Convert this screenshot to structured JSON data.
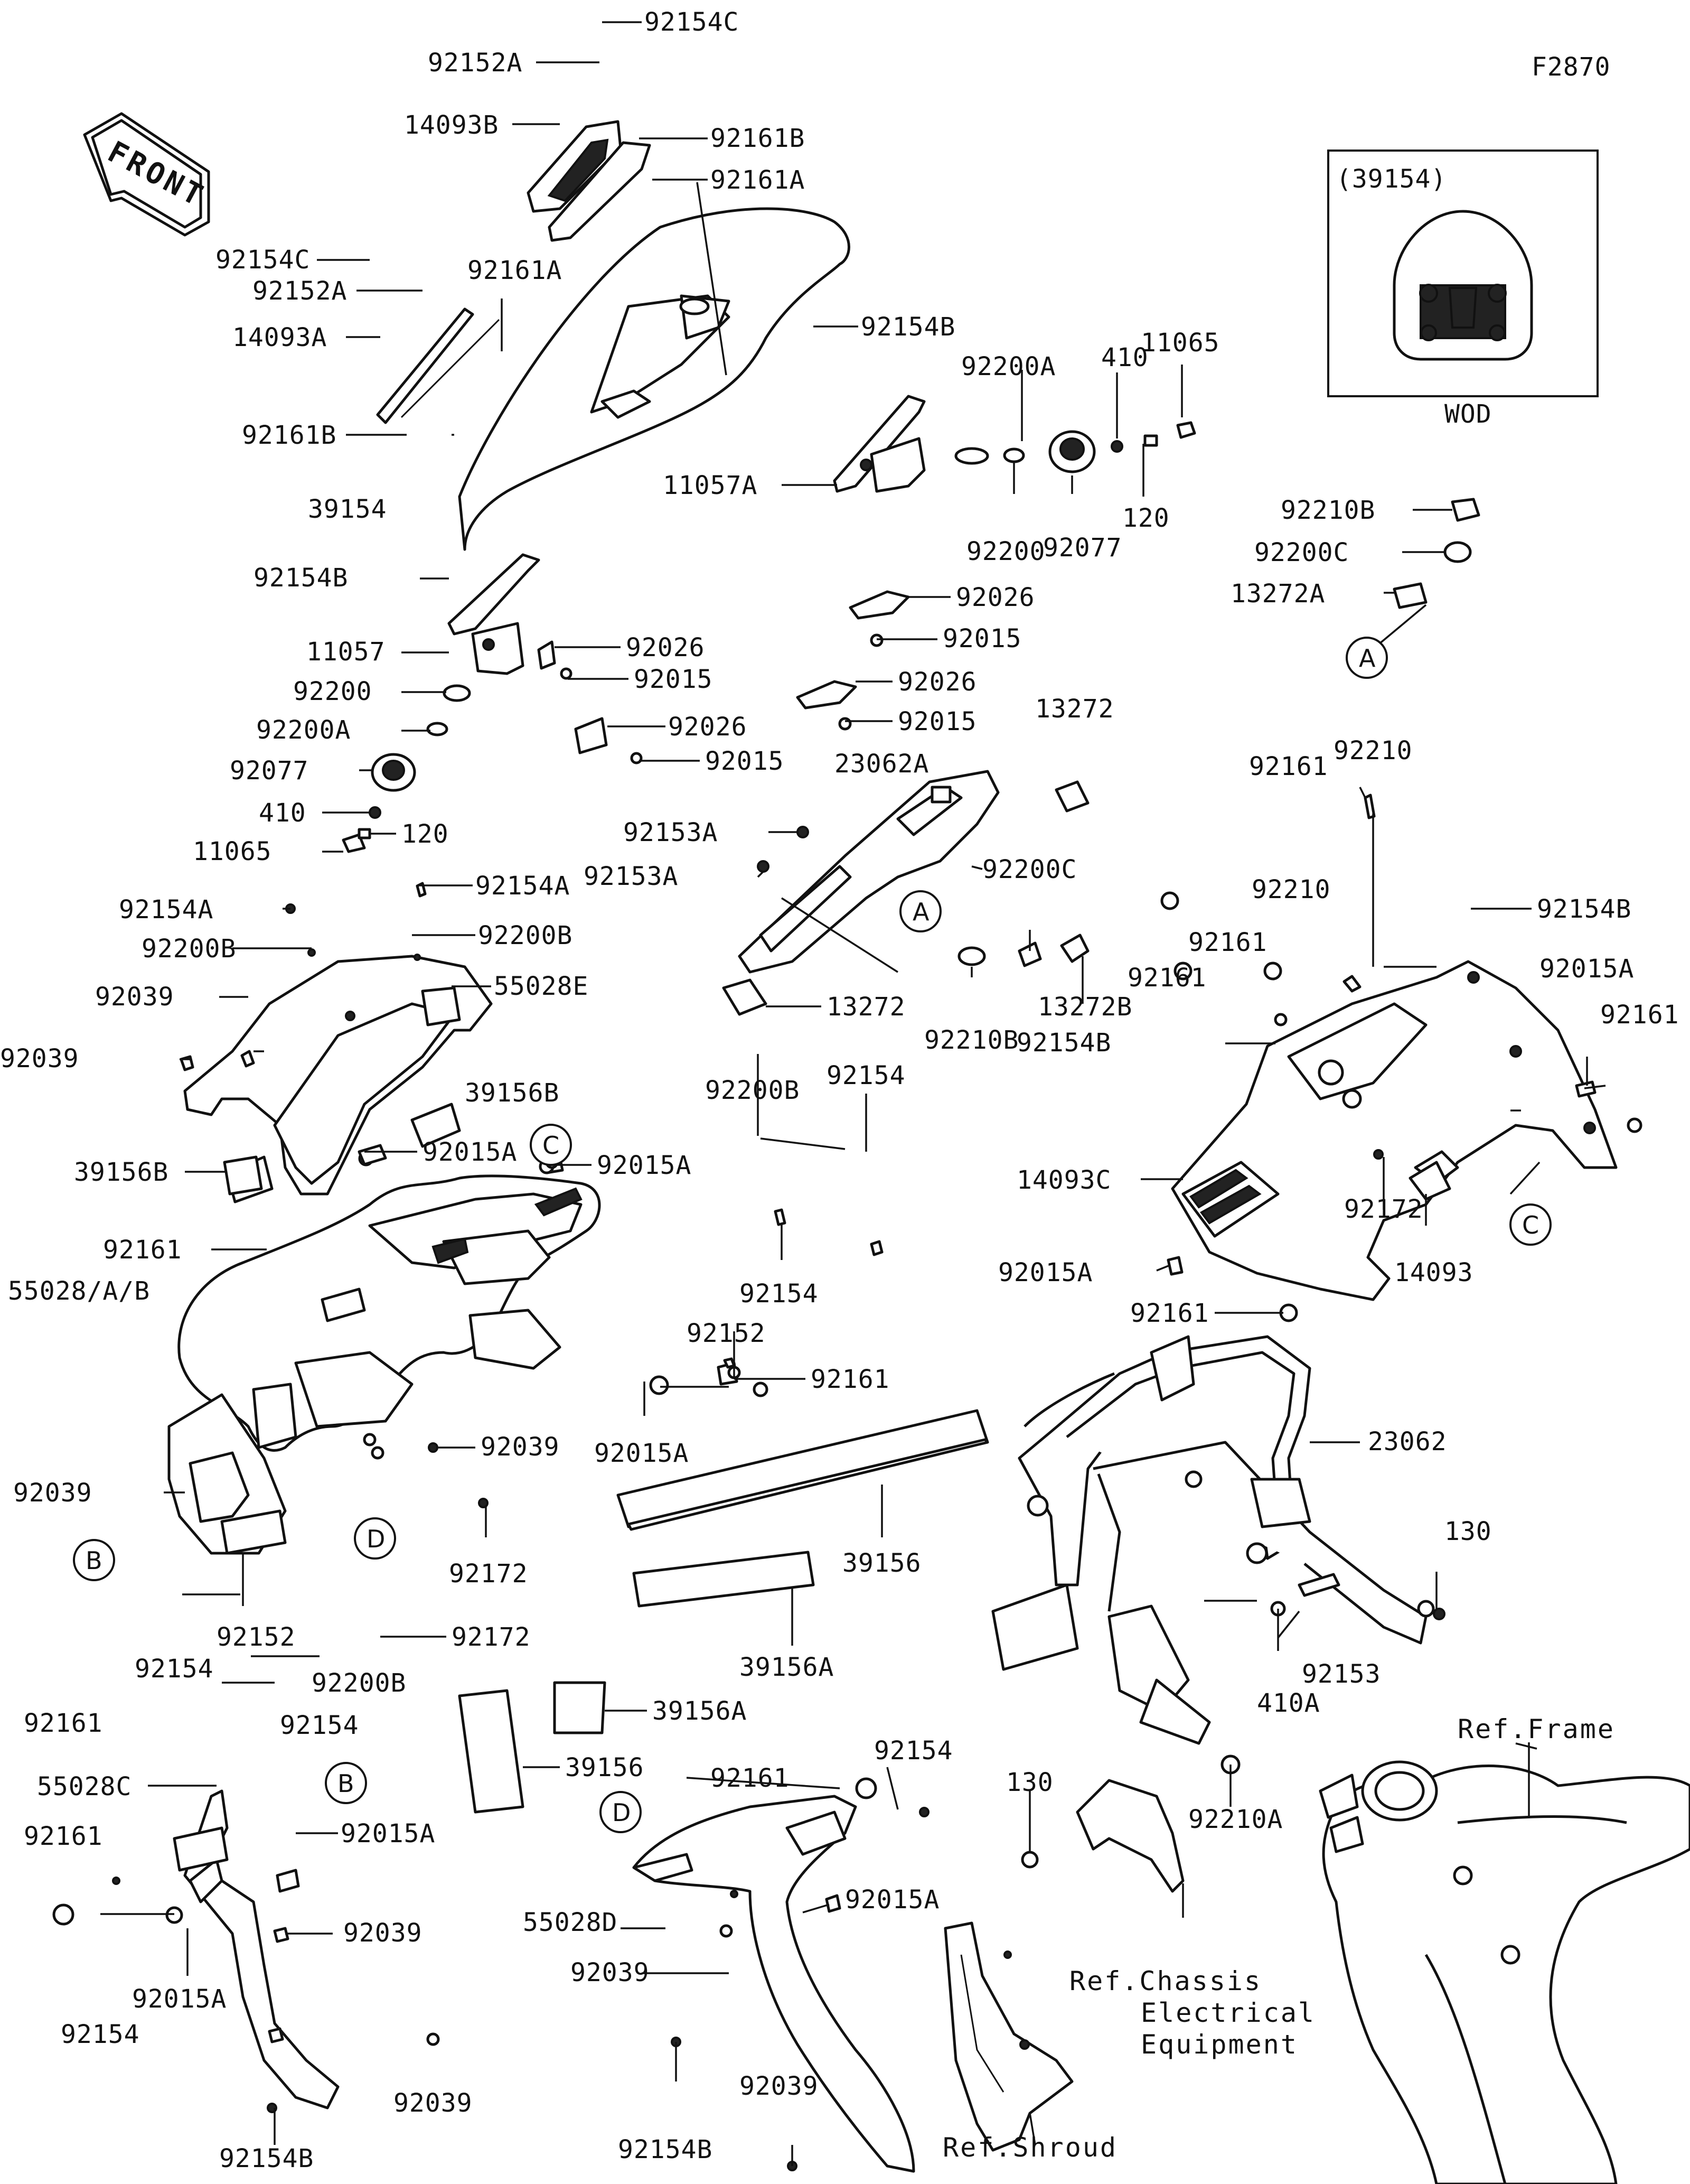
{
  "figure_code": "F2870",
  "front_arrow_label": "FRONT",
  "inset": {
    "title": "(39154)",
    "caption": "WOD"
  },
  "callouts": {
    "A": "A",
    "B": "B",
    "C": "C",
    "D": "D"
  },
  "reference_labels": {
    "frame": "Ref.Frame",
    "chassis_line1": "Ref.Chassis",
    "chassis_line2": "Electrical",
    "chassis_line3": "Equipment",
    "shroud": "Ref.Shroud"
  },
  "part_labels": {
    "p92154C_top": "92154C",
    "p92152A_top": "92152A",
    "p14093B": "14093B",
    "p92161B_top": "92161B",
    "p92161A_top": "92161A",
    "p92154C_left": "92154C",
    "p92152A_left": "92152A",
    "p92161A_left": "92161A",
    "p14093A": "14093A",
    "p92161B_left": "92161B",
    "p39154": "39154",
    "p92154B_a": "92154B",
    "p92200A_r": "92200A",
    "p410_r": "410",
    "p11065_r": "11065",
    "p11057A": "11057A",
    "p92200_r": "92200",
    "p92077_r": "92077",
    "p120_r": "120",
    "p92026_r1": "92026",
    "p92015_r1": "92015",
    "p92026_r2": "92026",
    "p92015_r2": "92015",
    "p13272": "13272",
    "p92154B_b": "92154B",
    "p11057": "11057",
    "p92200_l": "92200",
    "p92200A_l": "92200A",
    "p92077_l": "92077",
    "p410_l": "410",
    "p11065_l": "11065",
    "p92026_l1": "92026",
    "p92015_l1": "92015",
    "p92026_l2": "92026",
    "p92015_l2": "92015",
    "p120_l": "120",
    "p92210B_r": "92210B",
    "p92200C_r": "92200C",
    "p13272A": "13272A",
    "p23062A": "23062A",
    "p92153A_1": "92153A",
    "p92153A_2": "92153A",
    "p92200C_m": "92200C",
    "p13272_m": "13272",
    "p92210B_m": "92210B",
    "p13272B": "13272B",
    "p92210_top": "92210",
    "p92161_a": "92161",
    "p92210_b": "92210",
    "p92154B_c": "92154B",
    "p92161_b": "92161",
    "p92015A_r": "92015A",
    "p92161_c": "92161",
    "p92161_d": "92161",
    "p92154B_d": "92154B",
    "p14093C": "14093C",
    "p92172_r": "92172",
    "p14093": "14093",
    "p92015A_mid": "92015A",
    "p92161_e": "92161",
    "p92154A_1": "92154A",
    "p92154A_2": "92154A",
    "p92200B_1": "92200B",
    "p92200B_2": "92200B",
    "p92039_1": "92039",
    "p55028E": "55028E",
    "p92039_2": "92039",
    "p39156B_1": "39156B",
    "p92200B_3": "92200B",
    "p92154_1": "92154",
    "p39156B_2": "39156B",
    "p92015A_1": "92015A",
    "p92015A_2": "92015A",
    "p92161_f": "92161",
    "p55028AB": "55028/A/B",
    "p92154_2": "92154",
    "p92152_1": "92152",
    "p92161_g": "92161",
    "p92039_3": "92039",
    "p92015A_3": "92015A",
    "p92039_4": "92039",
    "p92172_1": "92172",
    "p92154_3": "92154",
    "p92152_2": "92152",
    "p92172_2": "92172",
    "p92161_h": "92161",
    "p92200B_4": "92200B",
    "p92154_4": "92154",
    "p39156_1": "39156",
    "p39156A_1": "39156A",
    "p39156A_2": "39156A",
    "p39156_2": "39156",
    "p23062": "23062",
    "p130_1": "130",
    "p92153": "92153",
    "p410A": "410A",
    "p92210A": "92210A",
    "p130_2": "130",
    "p55028C": "55028C",
    "p92161_i": "92161",
    "p92015A_4": "92015A",
    "p92039_5": "92039",
    "p92154_5": "92154",
    "p92015A_5": "92015A",
    "p92039_6": "92039",
    "p92154B_e": "92154B",
    "p92161_j": "92161",
    "p92154_6": "92154",
    "p55028D": "55028D",
    "p92015A_6": "92015A",
    "p92039_7": "92039",
    "p92039_8": "92039",
    "p92154B_f": "92154B"
  }
}
